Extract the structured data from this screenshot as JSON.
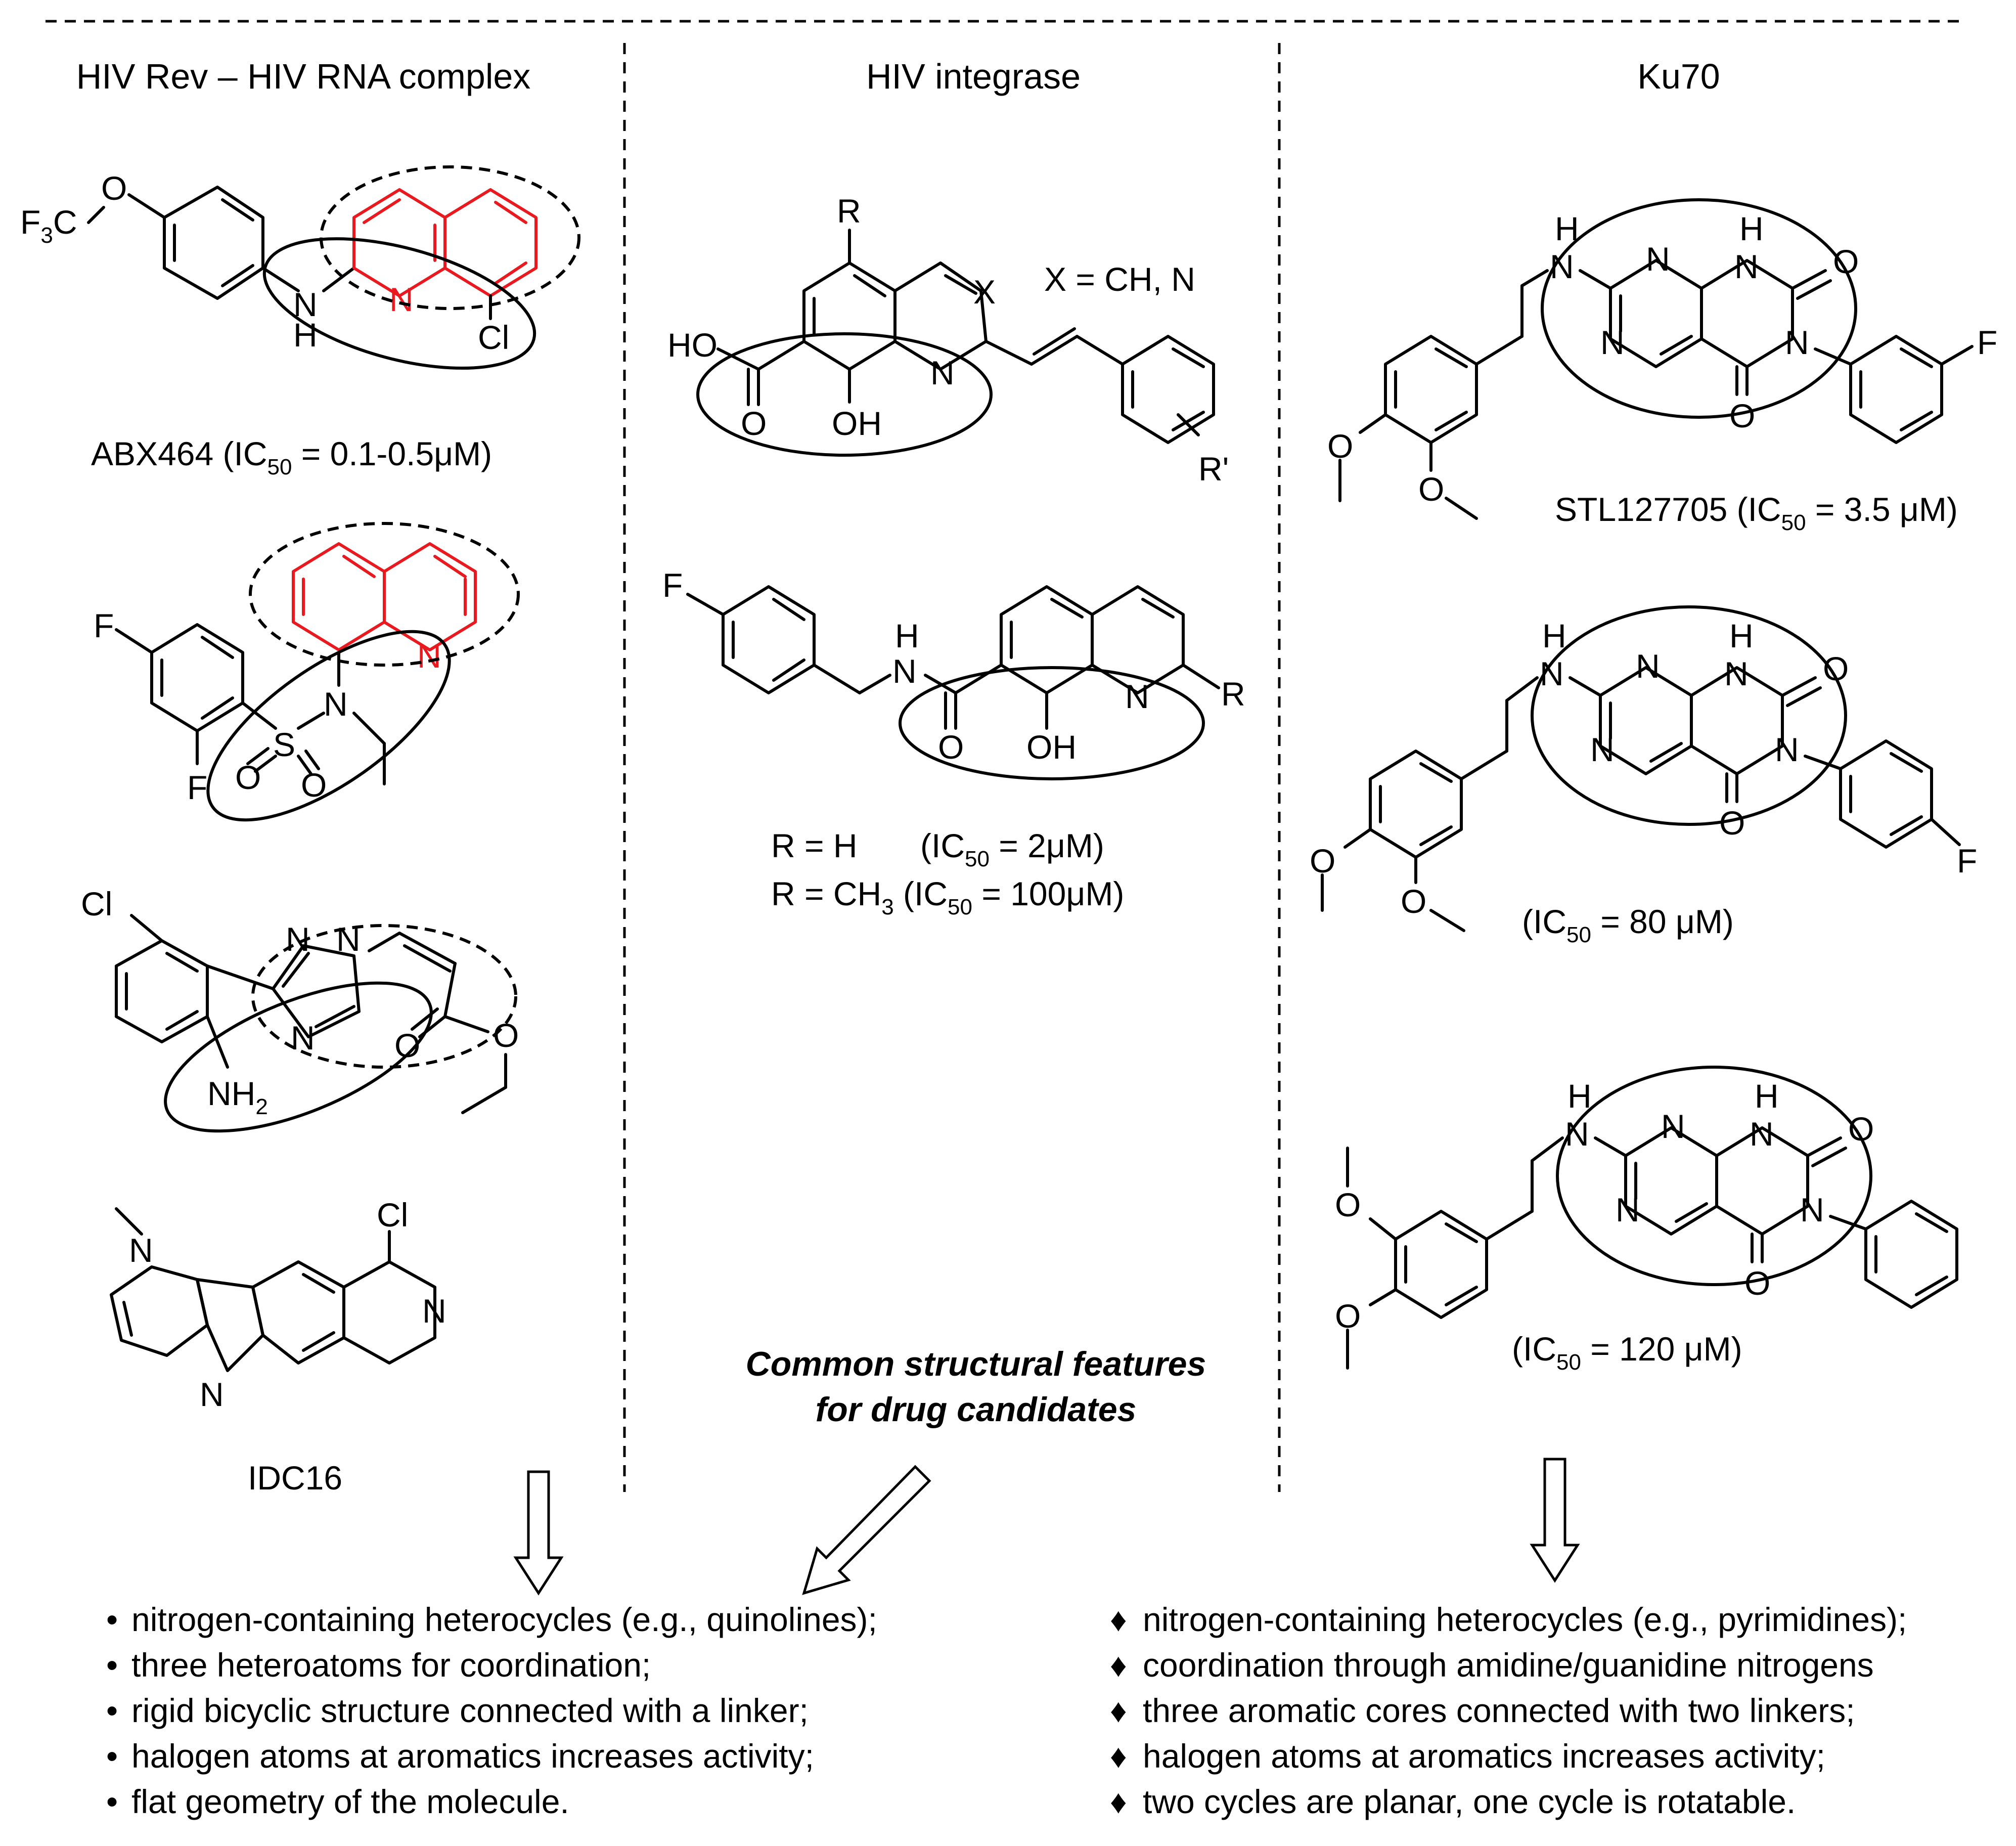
{
  "headers": {
    "left": "HIV Rev – HIV RNA complex",
    "middle": "HIV integrase",
    "right": "Ku70"
  },
  "compounds": {
    "abx464": "ABX464 (IC",
    "abx464_sub": "50",
    "abx464_tail": " = 0.1-0.5μM)",
    "idc16": "IDC16",
    "integrase_x": "X = CH, N",
    "integrase_r1": "R = H",
    "integrase_r1_ic": "(IC",
    "integrase_r1_tail": " = 2μM)",
    "integrase_r2": "R = CH",
    "integrase_r2_sub": "3",
    "integrase_r2_ic": " (IC",
    "integrase_r2_tail": " = 100μM)",
    "stl": "STL127705 (IC",
    "stl_tail": " = 3.5 μM)",
    "ku_2": "(IC",
    "ku_2_tail": " = 80 μM)",
    "ku_3": "(IC",
    "ku_3_tail": " = 120 μM)",
    "sub50": "50"
  },
  "center_label": {
    "line1": "Common structural features",
    "line2": "for drug candidates"
  },
  "left_features": {
    "bullet": "•",
    "items": [
      "nitrogen-containing heterocycles (e.g., quinolines);",
      "three heteroatoms for coordination;",
      "rigid bicyclic structure connected with a linker;",
      "halogen atoms at aromatics increases activity;",
      "flat geometry of the molecule."
    ]
  },
  "right_features": {
    "bullet": "♦",
    "items": [
      "nitrogen-containing heterocycles (e.g., pyrimidines);",
      "coordination through amidine/guanidine nitrogens",
      "three aromatic cores connected with two linkers;",
      "halogen atoms at aromatics increases activity;",
      "two cycles are planar, one cycle is rotatable."
    ]
  },
  "atoms": {
    "F": "F",
    "F3C": "F",
    "three": "3",
    "C": "C",
    "O": "O",
    "N": "N",
    "H": "H",
    "Cl": "Cl",
    "NH": "NH",
    "NH2": "NH",
    "two": "2",
    "S": "S",
    "R": "R",
    "Rp": "R'",
    "X": "X",
    "HO": "HO",
    "OH": "OH"
  },
  "colors": {
    "highlight": "#e8191f",
    "ink": "#000000"
  }
}
